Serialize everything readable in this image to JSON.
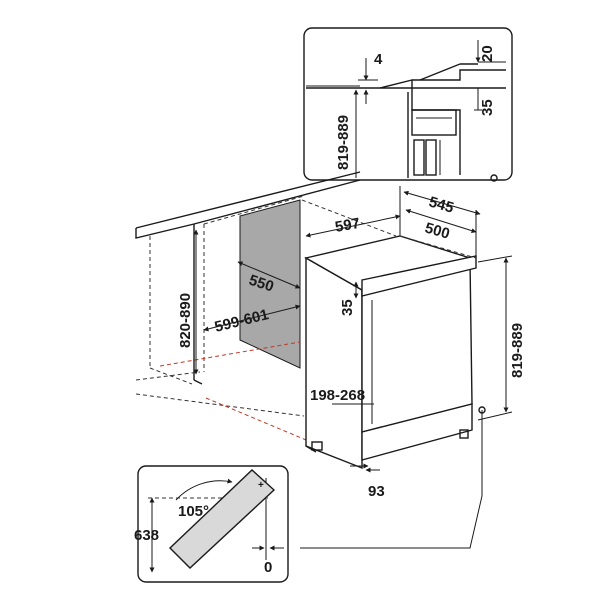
{
  "colors": {
    "line": "#1a1a1a",
    "niche_panel": "#a8a8a8",
    "hinge_bar": "#d9d9d9",
    "cut_line": "#c0392b"
  },
  "dimensions": {
    "d_4": "4",
    "d_20": "20",
    "d_35_detail": "35",
    "d_819_889_detail": "819-889",
    "d_545": "545",
    "d_597": "597",
    "d_500": "500",
    "d_550": "550",
    "d_35_front": "35",
    "d_820_890": "820-890",
    "d_599_601": "599-601",
    "d_819_889_side": "819-889",
    "d_198_268": "198-268",
    "d_93": "93",
    "d_105": "105°",
    "d_638": "638",
    "d_0": "0"
  }
}
